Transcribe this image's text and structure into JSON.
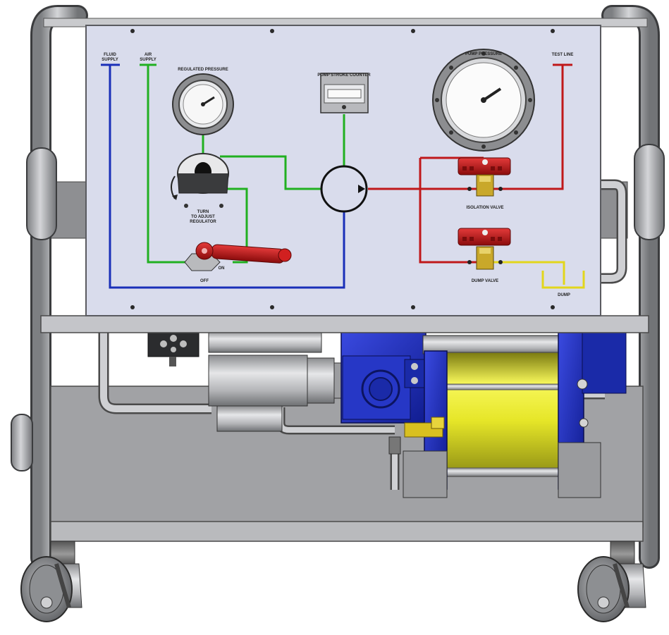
{
  "panel": {
    "fluid_supply": [
      "FLUID",
      "SUPPLY"
    ],
    "air_supply": [
      "AIR",
      "SUPPLY"
    ],
    "regulated_pressure": "REGULATED PRESSURE",
    "stroke_counter": "PUMP STROKE COUNTER",
    "pump_pressure": "PUMP PRESSURE",
    "test_line": "TEST LINE",
    "turn_regulator": [
      "TURN",
      "TO ADJUST",
      "REGULATOR"
    ],
    "isolation_valve": "ISOLATION VALVE",
    "dump_valve": "DUMP VALVE",
    "dump": "DUMP",
    "on": "ON",
    "off": "OFF"
  },
  "colors": {
    "fluid_line": "#1a2fb8",
    "air_line": "#21b021",
    "high_pressure_line": "#c0181a",
    "dump_line": "#e2d61c",
    "panel": "#d9dcec",
    "frame": "#a9aaad",
    "pump_body": "#1e2fc4",
    "pump_barrel": "#f2f230",
    "handle": "#e01818"
  }
}
